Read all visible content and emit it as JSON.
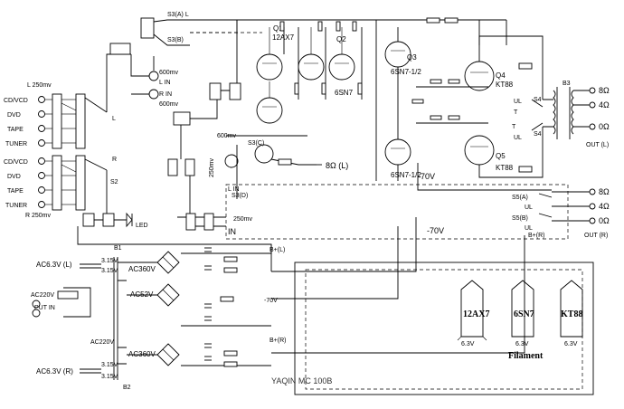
{
  "title": "YAQIN MC 100B",
  "inputs": {
    "left_group": [
      "CD/VCD",
      "DVD",
      "TAPE",
      "TUNER"
    ],
    "right_group": [
      "CD/VCD",
      "DVD",
      "TAPE",
      "TUNER"
    ],
    "left_label": "L  250mv",
    "right_label": "R  250mv",
    "selector_left": "L",
    "selector_right": "R",
    "selector_name": "S2"
  },
  "switches": {
    "s3a": "S3(A)  L",
    "s3b": "S3(B)",
    "s3c": "S3(C)",
    "s3d": "S3(D)",
    "s4": "S4",
    "s5a": "S5(A)",
    "s5b": "S5(B)"
  },
  "aux_inputs": {
    "l_in": "L IN",
    "r_in": "R IN",
    "l_imp": "600mv",
    "r_imp": "600mv",
    "in_label": "IN",
    "lin_label": "L IN",
    "mv250": "250mv",
    "mv600": "600mv"
  },
  "tubes": {
    "q1": "Q1",
    "q1_type": "12AX7",
    "q2": "Q2",
    "q2_type": "6SN7",
    "q3": "Q3",
    "q3_type": "6SN7-1/2",
    "q4": "Q4",
    "q4_type": "KT88",
    "q5": "Q5",
    "q5_type": "KT88",
    "q6_type": "6SN7-1/2",
    "ul": "UL",
    "t": "T"
  },
  "outputs": {
    "ohm8": "8Ω",
    "ohm4": "4Ω",
    "ohm0": "0Ω",
    "out_l": "OUT (L)",
    "out_r": "OUT (R)",
    "fb_label": "8Ω (L)"
  },
  "power": {
    "ac63_l": "AC6.3V (L)",
    "ac63_r": "AC6.3V (R)",
    "ac220": "AC220V",
    "put_in": "PUT IN",
    "ac360_1": "AC360V",
    "ac360_2": "AC360V",
    "ac52": "AC52V",
    "ac220_sec": "AC220V",
    "v315": "3.15V",
    "b_plus_l": "B+(L)",
    "b_plus_r": "B+(R)",
    "b_plus_r2": "B+(R)",
    "neg70": "-70V",
    "neg70b": "-70V",
    "neg70c": "-70V",
    "b1": "B1",
    "b2": "B2",
    "b3": "B3",
    "led": "LED"
  },
  "filament": {
    "label": "Filament",
    "tube1": "12AX7",
    "tube2": "6SN7",
    "tube3": "KT88",
    "v1": "6.3V",
    "v2": "6.3V",
    "v3": "6.3V"
  }
}
